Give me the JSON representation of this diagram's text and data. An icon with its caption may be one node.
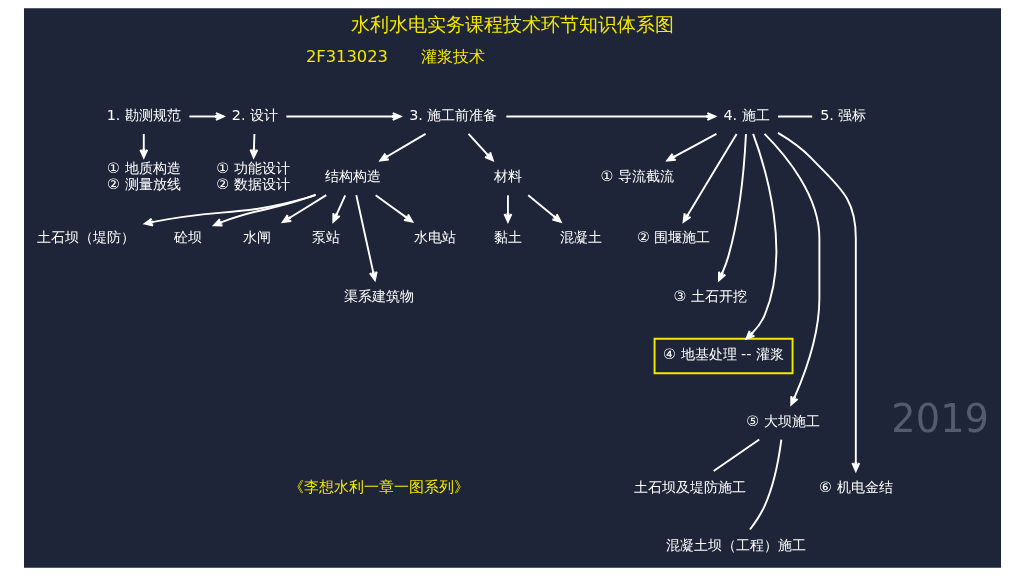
{
  "diagram": {
    "title": "水利水电实务课程技术环节知识体系图",
    "caption": "《李想水利一章一图系列》",
    "nodes": [
      {
        "text": [
          "1. 勘测规范"
        ]
      },
      {
        "text": [
          "2. 设计"
        ]
      },
      {
        "text": [
          "3. 施工前准备"
        ]
      },
      {
        "text": [
          "4. 施工"
        ]
      },
      {
        "text": [
          "5. 强标"
        ]
      },
      {
        "text": [
          "① 地质构造",
          "② 测量放线"
        ]
      },
      {
        "text": [
          "① 功能设计",
          "② 数据设计"
        ]
      },
      {
        "text": [
          "结构构造"
        ]
      },
      {
        "text": [
          "材料"
        ]
      },
      {
        "text": [
          "土石坝（堤防）"
        ]
      },
      {
        "text": [
          "砼坝"
        ]
      },
      {
        "text": [
          "水闸"
        ]
      },
      {
        "text": [
          "泵站"
        ]
      },
      {
        "text": [
          "渠系建筑物"
        ]
      },
      {
        "text": [
          "水电站"
        ]
      },
      {
        "text": [
          "黏土"
        ]
      },
      {
        "text": [
          "混凝土"
        ]
      },
      {
        "text": [
          "① 导流截流"
        ]
      },
      {
        "text": [
          "② 围堰施工"
        ]
      },
      {
        "text": [
          "③ 土石开挖"
        ]
      },
      {
        "text": [
          "④ 地基处理 -- 灌浆"
        ]
      },
      {
        "text": [
          "⑤ 大坝施工"
        ]
      },
      {
        "text": [
          "土石坝及堤防施工"
        ]
      },
      {
        "text": [
          "混凝土坝（工程）施工"
        ]
      },
      {
        "text": [
          "⑥ 机电金结"
        ]
      }
    ],
    "edges": [
      {
        "from": 0,
        "to": 1,
        "arrow": "to"
      },
      {
        "from": 1,
        "to": 2,
        "arrow": "to"
      },
      {
        "from": 2,
        "to": 3,
        "arrow": "to"
      },
      {
        "from": 3,
        "to": 4,
        "arrow": "none"
      },
      {
        "from": 0,
        "to": 5,
        "arrow": "to"
      },
      {
        "from": 1,
        "to": 6,
        "arrow": "to"
      },
      {
        "from": 2,
        "to": 7,
        "arrow": "to"
      },
      {
        "from": 2,
        "to": 8,
        "arrow": "to"
      },
      {
        "from": 7,
        "to": 9,
        "arrow": "to"
      },
      {
        "from": 7,
        "to": 10,
        "arrow": "to"
      },
      {
        "from": 7,
        "to": 11,
        "arrow": "to"
      },
      {
        "from": 7,
        "to": 12,
        "arrow": "to"
      },
      {
        "from": 7,
        "to": 13,
        "arrow": "to"
      },
      {
        "from": 7,
        "to": 14,
        "arrow": "to"
      },
      {
        "from": 8,
        "to": 15,
        "arrow": "to"
      },
      {
        "from": 8,
        "to": 16,
        "arrow": "to"
      },
      {
        "from": 3,
        "to": 17,
        "arrow": "to"
      },
      {
        "from": 3,
        "to": 18,
        "arrow": "to"
      },
      {
        "from": 3,
        "to": 19,
        "arrow": "to"
      },
      {
        "from": 3,
        "to": 20,
        "arrow": "to"
      },
      {
        "from": 3,
        "to": 21,
        "arrow": "to"
      },
      {
        "from": 3,
        "to": 24,
        "arrow": "to"
      },
      {
        "from": 21,
        "to": 22,
        "arrow": "none"
      },
      {
        "from": 21,
        "to": 23,
        "arrow": "none"
      }
    ],
    "labels": [
      "2F313023",
      "灌浆技术",
      "2019"
    ]
  }
}
